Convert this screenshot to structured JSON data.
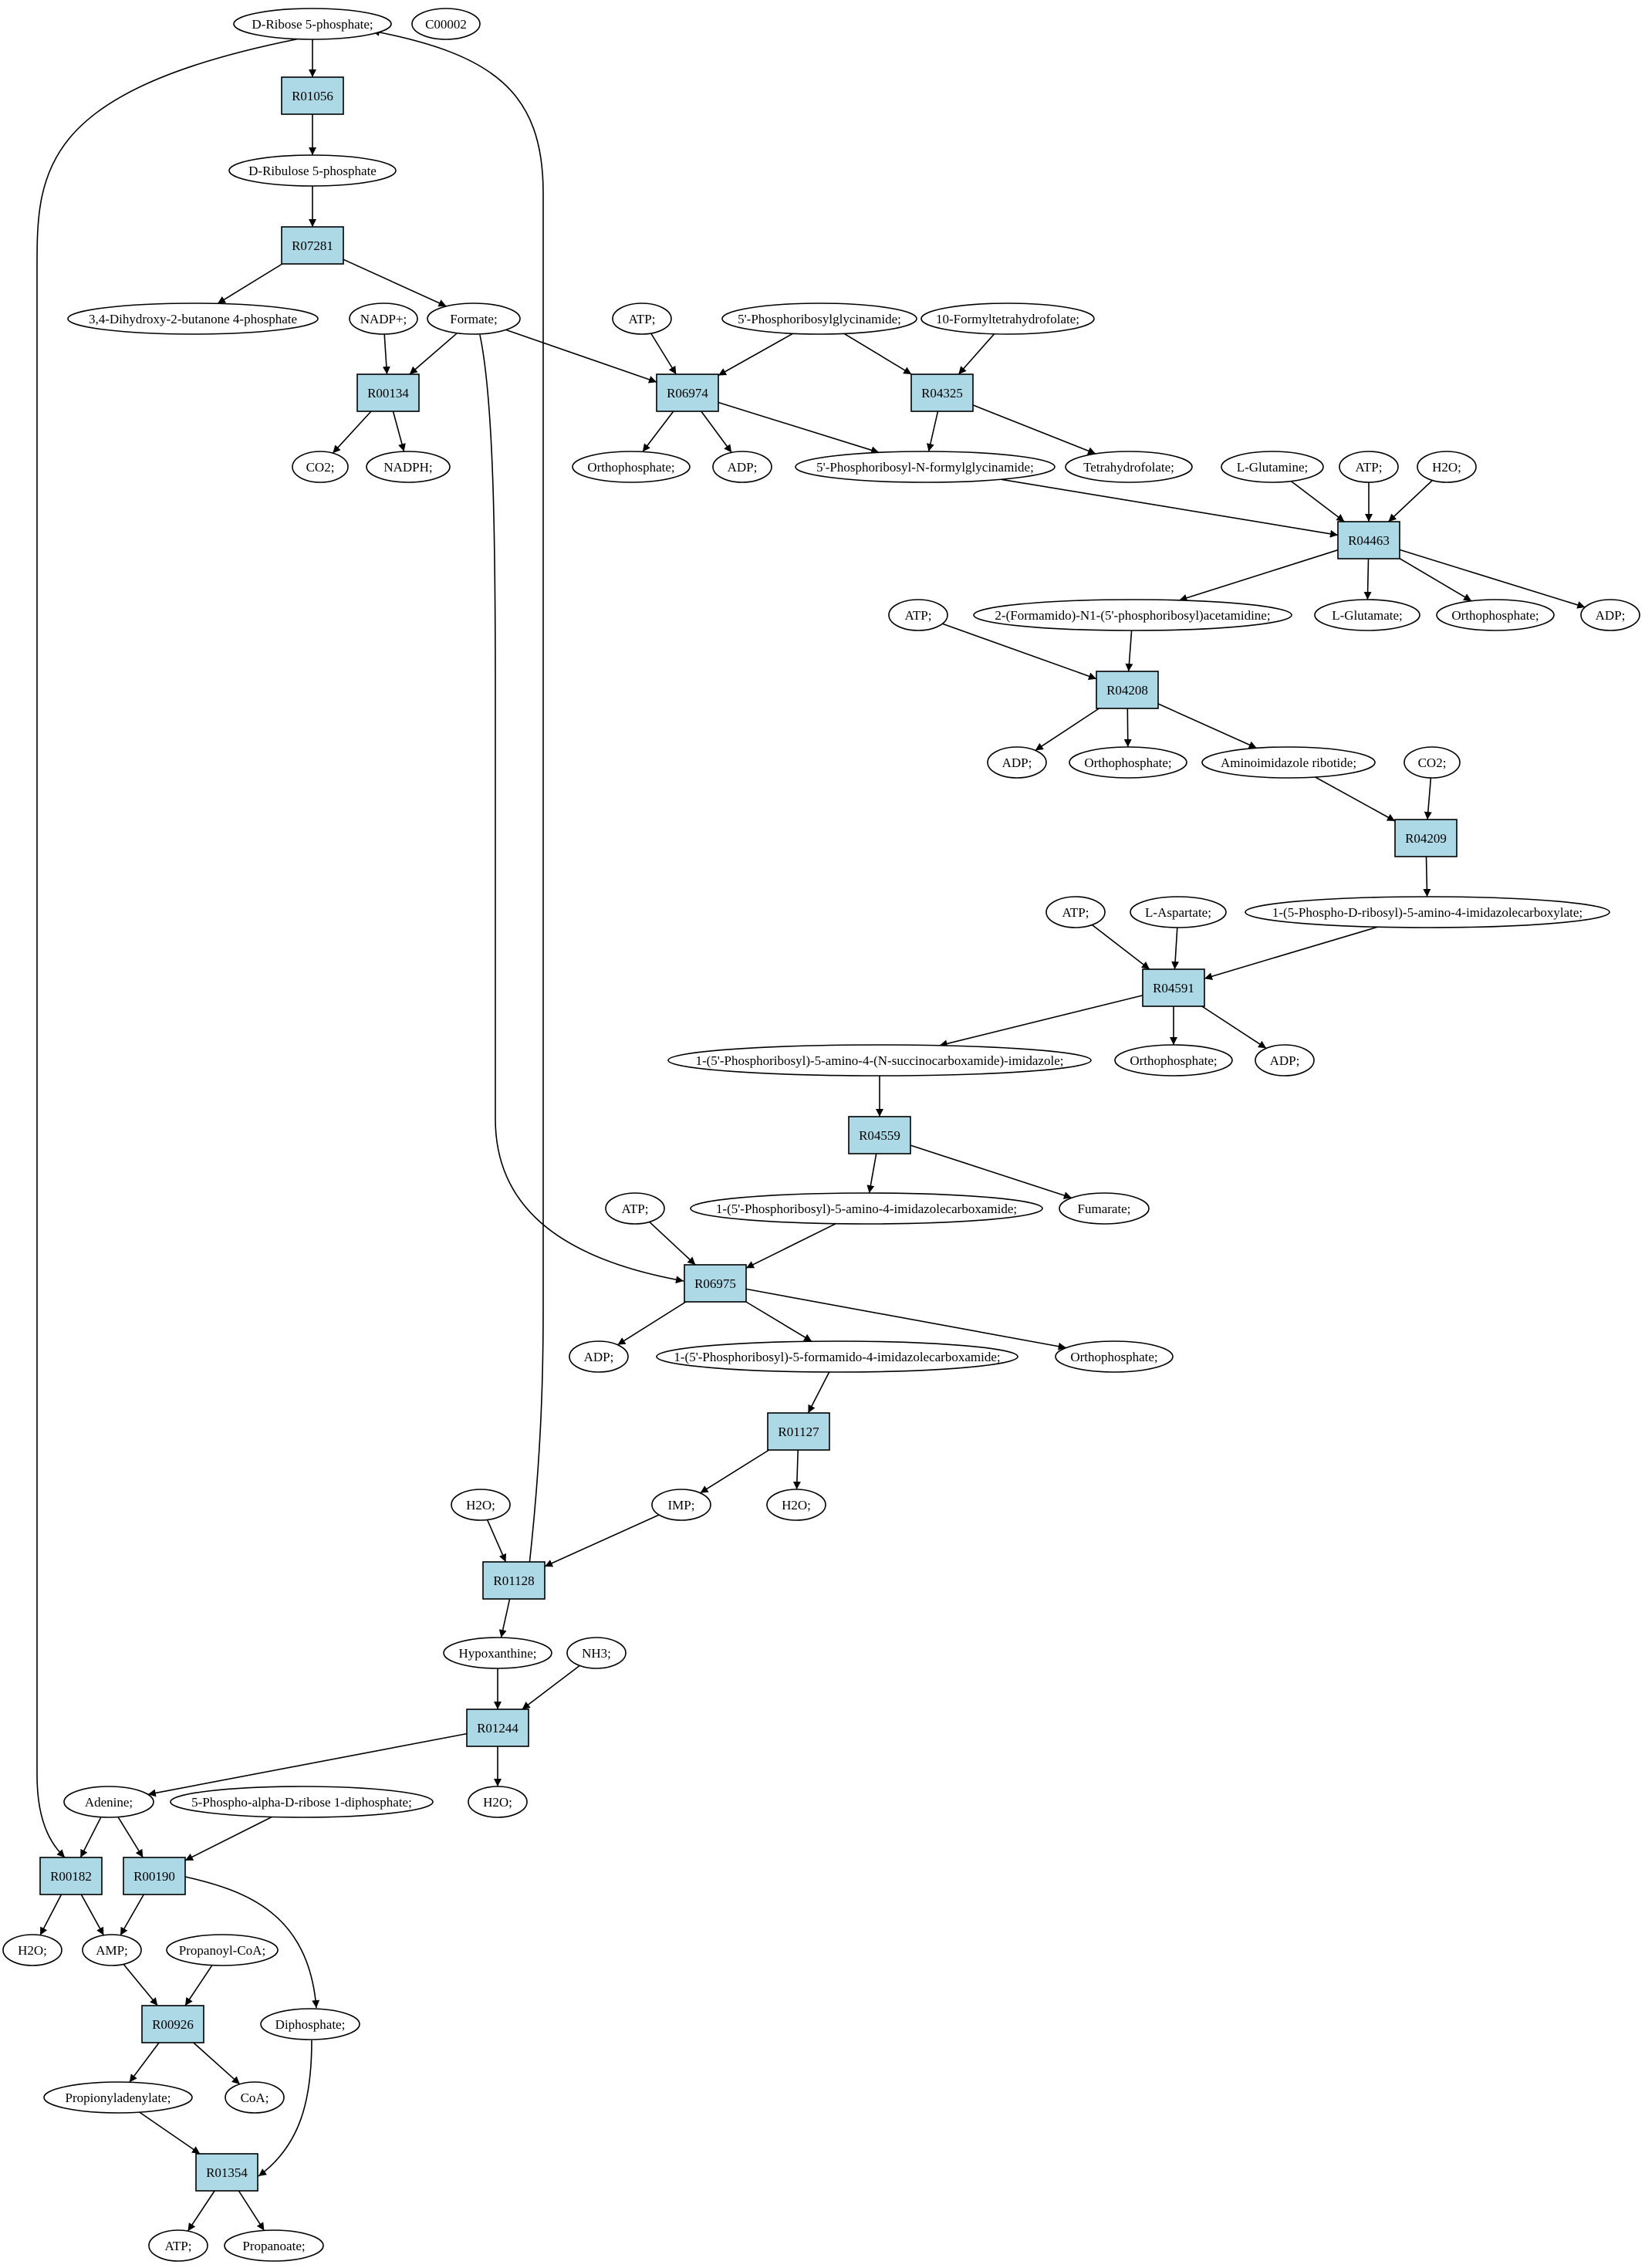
{
  "colors": {
    "background": "#ffffff",
    "reaction_fill": "#add8e6",
    "start_fill": "#00ff00",
    "tag_fill": "#ffff00",
    "compound_fill": "#ffffff",
    "stroke": "#000000"
  },
  "compounds": [
    {
      "id": "c_dribose5p",
      "label": "D-Ribose 5-phosphate;",
      "style": "start"
    },
    {
      "id": "c_c00002",
      "label": "C00002",
      "style": "tag"
    },
    {
      "id": "c_dribulose5p",
      "label": "D-Ribulose 5-phosphate",
      "style": "normal"
    },
    {
      "id": "c_dihydroxybutanone",
      "label": "3,4-Dihydroxy-2-butanone 4-phosphate",
      "style": "normal"
    },
    {
      "id": "c_nadp",
      "label": "NADP+;",
      "style": "normal"
    },
    {
      "id": "c_formate",
      "label": "Formate;",
      "style": "normal"
    },
    {
      "id": "c_atp1",
      "label": "ATP;",
      "style": "normal"
    },
    {
      "id": "c_prglycinamide",
      "label": "5'-Phosphoribosylglycinamide;",
      "style": "normal"
    },
    {
      "id": "c_formylthf",
      "label": "10-Formyltetrahydrofolate;",
      "style": "normal"
    },
    {
      "id": "c_co2a",
      "label": "CO2;",
      "style": "normal"
    },
    {
      "id": "c_nadph",
      "label": "NADPH;",
      "style": "normal"
    },
    {
      "id": "c_ortho1",
      "label": "Orthophosphate;",
      "style": "normal"
    },
    {
      "id": "c_adp1",
      "label": "ADP;",
      "style": "normal"
    },
    {
      "id": "c_fgar",
      "label": "5'-Phosphoribosyl-N-formylglycinamide;",
      "style": "normal"
    },
    {
      "id": "c_thf",
      "label": "Tetrahydrofolate;",
      "style": "normal"
    },
    {
      "id": "c_lgln",
      "label": "L-Glutamine;",
      "style": "normal"
    },
    {
      "id": "c_atp2",
      "label": "ATP;",
      "style": "normal"
    },
    {
      "id": "c_h2o1",
      "label": "H2O;",
      "style": "normal"
    },
    {
      "id": "c_fgam",
      "label": "2-(Formamido)-N1-(5'-phosphoribosyl)acetamidine;",
      "style": "normal"
    },
    {
      "id": "c_lglu",
      "label": "L-Glutamate;",
      "style": "normal"
    },
    {
      "id": "c_ortho2",
      "label": "Orthophosphate;",
      "style": "normal"
    },
    {
      "id": "c_adp2",
      "label": "ADP;",
      "style": "normal"
    },
    {
      "id": "c_atp3",
      "label": "ATP;",
      "style": "normal"
    },
    {
      "id": "c_adp3",
      "label": "ADP;",
      "style": "normal"
    },
    {
      "id": "c_ortho3",
      "label": "Orthophosphate;",
      "style": "normal"
    },
    {
      "id": "c_air",
      "label": "Aminoimidazole ribotide;",
      "style": "normal"
    },
    {
      "id": "c_co2b",
      "label": "CO2;",
      "style": "normal"
    },
    {
      "id": "c_cair",
      "label": "1-(5-Phospho-D-ribosyl)-5-amino-4-imidazolecarboxylate;",
      "style": "normal"
    },
    {
      "id": "c_atp4",
      "label": "ATP;",
      "style": "normal"
    },
    {
      "id": "c_lasp",
      "label": "L-Aspartate;",
      "style": "normal"
    },
    {
      "id": "c_saicar",
      "label": "1-(5'-Phosphoribosyl)-5-amino-4-(N-succinocarboxamide)-imidazole;",
      "style": "normal"
    },
    {
      "id": "c_ortho4",
      "label": "Orthophosphate;",
      "style": "normal"
    },
    {
      "id": "c_adp4",
      "label": "ADP;",
      "style": "normal"
    },
    {
      "id": "c_aicar",
      "label": "1-(5'-Phosphoribosyl)-5-amino-4-imidazolecarboxamide;",
      "style": "normal"
    },
    {
      "id": "c_fumarate",
      "label": "Fumarate;",
      "style": "normal"
    },
    {
      "id": "c_atp5",
      "label": "ATP;",
      "style": "normal"
    },
    {
      "id": "c_adp5",
      "label": "ADP;",
      "style": "normal"
    },
    {
      "id": "c_faicar",
      "label": "1-(5'-Phosphoribosyl)-5-formamido-4-imidazolecarboxamide;",
      "style": "normal"
    },
    {
      "id": "c_ortho5",
      "label": "Orthophosphate;",
      "style": "normal"
    },
    {
      "id": "c_imp",
      "label": "IMP;",
      "style": "normal"
    },
    {
      "id": "c_h2o2",
      "label": "H2O;",
      "style": "normal"
    },
    {
      "id": "c_h2o3",
      "label": "H2O;",
      "style": "normal"
    },
    {
      "id": "c_hypox",
      "label": "Hypoxanthine;",
      "style": "normal"
    },
    {
      "id": "c_nh3",
      "label": "NH3;",
      "style": "normal"
    },
    {
      "id": "c_h2o4",
      "label": "H2O;",
      "style": "normal"
    },
    {
      "id": "c_adenine",
      "label": "Adenine;",
      "style": "normal"
    },
    {
      "id": "c_prpp",
      "label": "5-Phospho-alpha-D-ribose 1-diphosphate;",
      "style": "normal"
    },
    {
      "id": "c_h2o5",
      "label": "H2O;",
      "style": "normal"
    },
    {
      "id": "c_amp",
      "label": "AMP;",
      "style": "normal"
    },
    {
      "id": "c_propcoa",
      "label": "Propanoyl-CoA;",
      "style": "normal"
    },
    {
      "id": "c_diphos",
      "label": "Diphosphate;",
      "style": "normal"
    },
    {
      "id": "c_propadenylate",
      "label": "Propionyladenylate;",
      "style": "normal"
    },
    {
      "id": "c_coa",
      "label": "CoA;",
      "style": "normal"
    },
    {
      "id": "c_atp6",
      "label": "ATP;",
      "style": "normal"
    },
    {
      "id": "c_propanoate",
      "label": "Propanoate;",
      "style": "normal"
    }
  ],
  "reactions": [
    {
      "id": "r_R01056",
      "label": "R01056"
    },
    {
      "id": "r_R07281",
      "label": "R07281"
    },
    {
      "id": "r_R00134",
      "label": "R00134"
    },
    {
      "id": "r_R06974",
      "label": "R06974"
    },
    {
      "id": "r_R04325",
      "label": "R04325"
    },
    {
      "id": "r_R04463",
      "label": "R04463"
    },
    {
      "id": "r_R04208",
      "label": "R04208"
    },
    {
      "id": "r_R04209",
      "label": "R04209"
    },
    {
      "id": "r_R04591",
      "label": "R04591"
    },
    {
      "id": "r_R04559",
      "label": "R04559"
    },
    {
      "id": "r_R06975",
      "label": "R06975"
    },
    {
      "id": "r_R01127",
      "label": "R01127"
    },
    {
      "id": "r_R01128",
      "label": "R01128"
    },
    {
      "id": "r_R01244",
      "label": "R01244"
    },
    {
      "id": "r_R00182",
      "label": "R00182"
    },
    {
      "id": "r_R00190",
      "label": "R00190"
    },
    {
      "id": "r_R00926",
      "label": "R00926"
    },
    {
      "id": "r_R01354",
      "label": "R01354"
    }
  ],
  "edges": [
    [
      "c_dribose5p",
      "r_R01056"
    ],
    [
      "r_R01056",
      "c_dribulose5p"
    ],
    [
      "c_dribulose5p",
      "r_R07281"
    ],
    [
      "r_R07281",
      "c_dihydroxybutanone"
    ],
    [
      "r_R07281",
      "c_formate"
    ],
    [
      "c_nadp",
      "r_R00134"
    ],
    [
      "c_formate",
      "r_R00134"
    ],
    [
      "r_R00134",
      "c_co2a"
    ],
    [
      "r_R00134",
      "c_nadph"
    ],
    [
      "c_formate",
      "r_R06974"
    ],
    [
      "c_atp1",
      "r_R06974"
    ],
    [
      "c_prglycinamide",
      "r_R06974"
    ],
    [
      "r_R06974",
      "c_ortho1"
    ],
    [
      "r_R06974",
      "c_adp1"
    ],
    [
      "r_R06974",
      "c_fgar"
    ],
    [
      "c_prglycinamide",
      "r_R04325"
    ],
    [
      "c_formylthf",
      "r_R04325"
    ],
    [
      "r_R04325",
      "c_fgar"
    ],
    [
      "r_R04325",
      "c_thf"
    ],
    [
      "c_fgar",
      "r_R04463"
    ],
    [
      "c_lgln",
      "r_R04463"
    ],
    [
      "c_atp2",
      "r_R04463"
    ],
    [
      "c_h2o1",
      "r_R04463"
    ],
    [
      "r_R04463",
      "c_fgam"
    ],
    [
      "r_R04463",
      "c_lglu"
    ],
    [
      "r_R04463",
      "c_ortho2"
    ],
    [
      "r_R04463",
      "c_adp2"
    ],
    [
      "c_fgam",
      "r_R04208"
    ],
    [
      "c_atp3",
      "r_R04208"
    ],
    [
      "r_R04208",
      "c_adp3"
    ],
    [
      "r_R04208",
      "c_ortho3"
    ],
    [
      "r_R04208",
      "c_air"
    ],
    [
      "c_air",
      "r_R04209"
    ],
    [
      "c_co2b",
      "r_R04209"
    ],
    [
      "r_R04209",
      "c_cair"
    ],
    [
      "c_cair",
      "r_R04591"
    ],
    [
      "c_atp4",
      "r_R04591"
    ],
    [
      "c_lasp",
      "r_R04591"
    ],
    [
      "r_R04591",
      "c_saicar"
    ],
    [
      "r_R04591",
      "c_ortho4"
    ],
    [
      "r_R04591",
      "c_adp4"
    ],
    [
      "c_saicar",
      "r_R04559"
    ],
    [
      "r_R04559",
      "c_aicar"
    ],
    [
      "r_R04559",
      "c_fumarate"
    ],
    [
      "c_aicar",
      "r_R06975"
    ],
    [
      "c_atp5",
      "r_R06975"
    ],
    [
      "c_formate",
      "r_R06975"
    ],
    [
      "r_R06975",
      "c_adp5"
    ],
    [
      "r_R06975",
      "c_faicar"
    ],
    [
      "r_R06975",
      "c_ortho5"
    ],
    [
      "c_faicar",
      "r_R01127"
    ],
    [
      "r_R01127",
      "c_imp"
    ],
    [
      "r_R01127",
      "c_h2o2"
    ],
    [
      "c_imp",
      "r_R01128"
    ],
    [
      "c_h2o3",
      "r_R01128"
    ],
    [
      "r_R01128",
      "c_hypox"
    ],
    [
      "r_R01128",
      "c_dribose5p"
    ],
    [
      "c_hypox",
      "r_R01244"
    ],
    [
      "c_nh3",
      "r_R01244"
    ],
    [
      "r_R01244",
      "c_h2o4"
    ],
    [
      "r_R01244",
      "c_adenine"
    ],
    [
      "c_dribose5p",
      "r_R00182"
    ],
    [
      "c_adenine",
      "r_R00182"
    ],
    [
      "c_adenine",
      "r_R00190"
    ],
    [
      "c_prpp",
      "r_R00190"
    ],
    [
      "r_R00182",
      "c_h2o5"
    ],
    [
      "r_R00182",
      "c_amp"
    ],
    [
      "r_R00190",
      "c_amp"
    ],
    [
      "r_R00190",
      "c_diphos"
    ],
    [
      "c_amp",
      "r_R00926"
    ],
    [
      "c_propcoa",
      "r_R00926"
    ],
    [
      "r_R00926",
      "c_propadenylate"
    ],
    [
      "r_R00926",
      "c_coa"
    ],
    [
      "c_propadenylate",
      "r_R01354"
    ],
    [
      "c_diphos",
      "r_R01354"
    ],
    [
      "r_R01354",
      "c_atp6"
    ],
    [
      "r_R01354",
      "c_propanoate"
    ]
  ]
}
